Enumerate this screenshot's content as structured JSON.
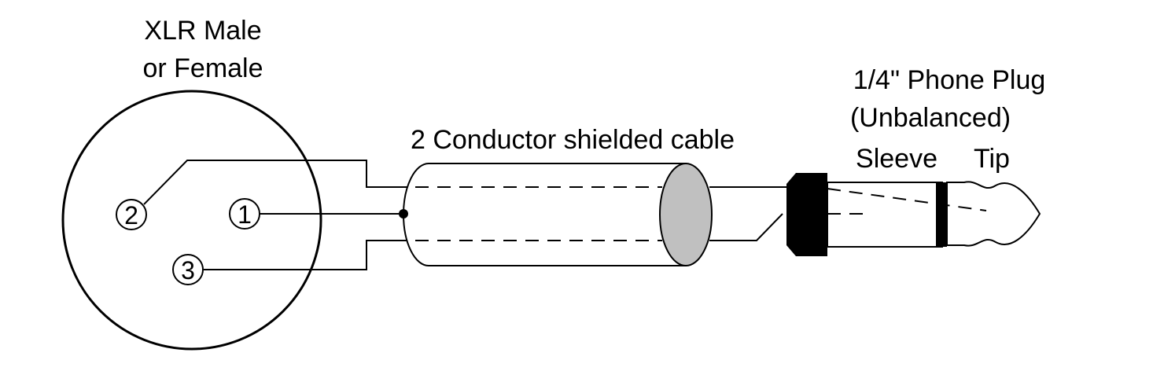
{
  "labels": {
    "xlr_line1": "XLR Male",
    "xlr_line2": "or Female",
    "cable": "2 Conductor shielded cable",
    "plug_line1": "1/4\" Phone Plug",
    "plug_line2": "(Unbalanced)",
    "sleeve": "Sleeve",
    "tip": "Tip"
  },
  "pins": {
    "pin1": "1",
    "pin2": "2",
    "pin3": "3"
  },
  "colors": {
    "line": "#000000",
    "cable_end": "#c0c0c0",
    "background": "#ffffff"
  }
}
